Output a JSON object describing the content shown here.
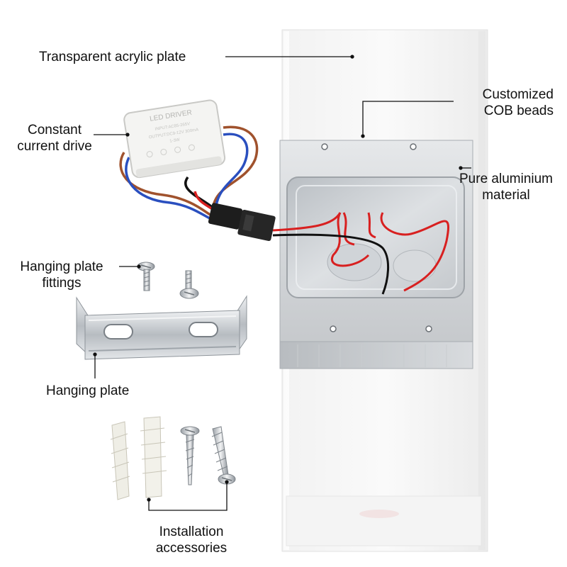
{
  "labels": {
    "acrylic": "Transparent acrylic plate",
    "cob_line1": "Customized",
    "cob_line2": "COB beads",
    "drive_line1": "Constant",
    "drive_line2": "current drive",
    "alu_line1": "Pure aluminium",
    "alu_line2": "material",
    "fittings_line1": "Hanging plate",
    "fittings_line2": "fittings",
    "hanging_plate": "Hanging plate",
    "install_line1": "Installation",
    "install_line2": "accessories"
  },
  "driver_text": {
    "brand": "LED DRIVER",
    "line1": "INPUT:AC85-265V",
    "line2": "OUTPUT:DC9-12V 300mA",
    "line3": "1-3W"
  }
}
